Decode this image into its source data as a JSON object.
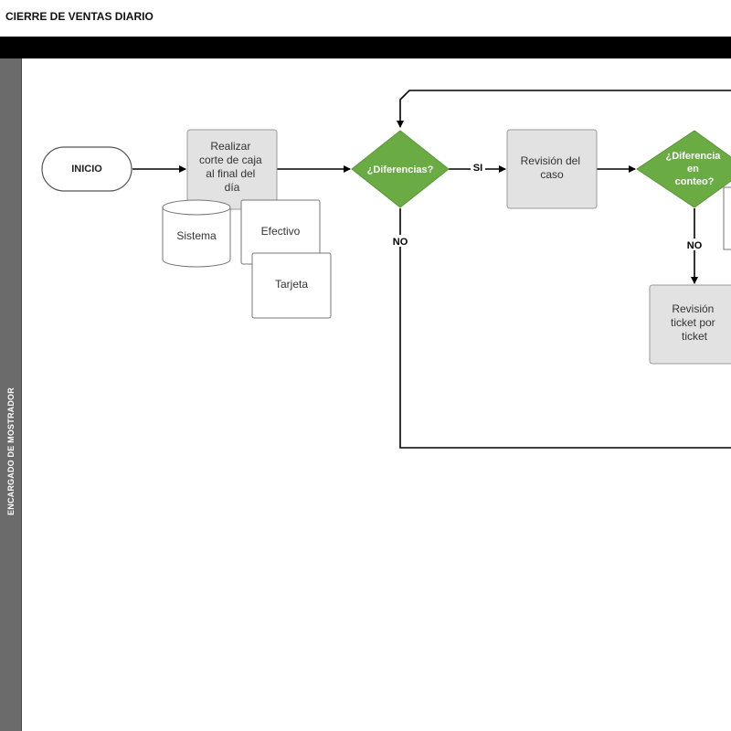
{
  "title": "CIERRE DE VENTAS DIARIO",
  "lane": {
    "label": "ENCARGADO DE MOSTRADOR"
  },
  "nodes": {
    "inicio": "INICIO",
    "realizar_corte": [
      "Realizar",
      "corte de caja",
      "al final del",
      "día"
    ],
    "sistema": "Sistema",
    "efectivo": "Efectivo",
    "tarjeta": "Tarjeta",
    "diferencias": "¿Diferencias?",
    "revision_caso": [
      "Revisión del",
      "caso"
    ],
    "diferencia_conteo": [
      "¿Diferencia",
      "en",
      "conteo?"
    ],
    "revision_ticket": [
      "Revisión",
      "ticket por",
      "ticket"
    ]
  },
  "edges": {
    "si": "SI",
    "no_1": "NO",
    "no_2": "NO"
  },
  "colors": {
    "decision_fill": "#6aab44",
    "process_fill": "#e2e2e2",
    "process_stroke": "#9a9a9a",
    "lane_header": "#6b6b6b",
    "top_bar": "#000000"
  }
}
